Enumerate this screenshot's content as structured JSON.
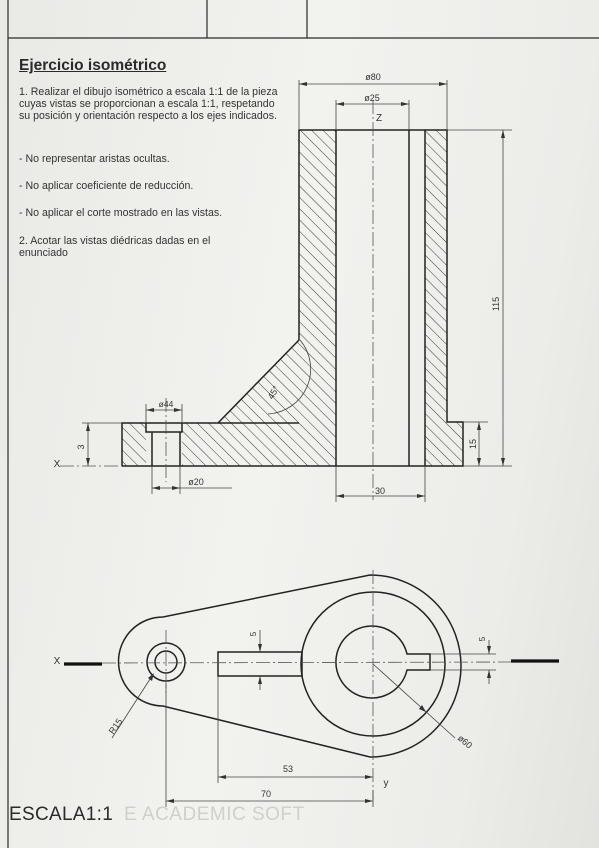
{
  "sheet": {
    "title": "Ejercicio isométrico",
    "instructions": [
      "1. Realizar el dibujo isométrico a escala 1:1 de la pieza cuyas vistas se proporcionan a escala 1:1, respetando su posición y orientación respecto a los ejes indicados.",
      "- No representar aristas ocultas.",
      "- No aplicar coeficiente de reducción.",
      "- No aplicar el corte mostrado en las vistas.",
      "2. Acotar las vistas diédricas dadas en el enunciado"
    ],
    "scale_label": "ESCALA1:1",
    "watermark": "E ACADEMIC SOFT"
  },
  "front_view": {
    "axis_x": "X",
    "axis_z": "Z",
    "dims": {
      "outer_diameter": "ø80",
      "inner_diameter": "ø25",
      "height": "115",
      "base_height": "15",
      "counterbore_depth": "3",
      "counterbore_diameter": "ø44",
      "hole_diameter": "ø20",
      "bore_width": "30",
      "rib_angle": "45°"
    }
  },
  "top_view": {
    "axis_x": "X",
    "axis_y": "y",
    "dims": {
      "small_radius": "R15",
      "outer_circle": "ø60",
      "slot_width": "5",
      "keyway_dim": "5",
      "dist_53": "53",
      "dist_70": "70"
    }
  }
}
